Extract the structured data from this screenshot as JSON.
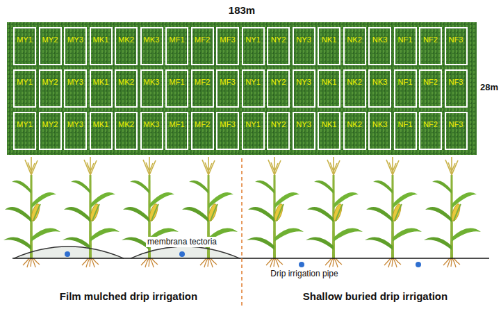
{
  "diagram": {
    "nodes": [
      {
        "text": [
          "MY1"
        ]
      },
      {
        "text": [
          "MY2"
        ]
      },
      {
        "text": [
          "MY3"
        ]
      },
      {
        "text": [
          "MK1"
        ]
      },
      {
        "text": [
          "MK2"
        ]
      },
      {
        "text": [
          "MK3"
        ]
      },
      {
        "text": [
          "MF1"
        ]
      },
      {
        "text": [
          "MF2"
        ]
      },
      {
        "text": [
          "MF3"
        ]
      },
      {
        "text": [
          "NY1"
        ]
      },
      {
        "text": [
          "NY2"
        ]
      },
      {
        "text": [
          "NY3"
        ]
      },
      {
        "text": [
          "NK1"
        ]
      },
      {
        "text": [
          "NK2"
        ]
      },
      {
        "text": [
          "NK3"
        ]
      },
      {
        "text": [
          "NF1"
        ]
      },
      {
        "text": [
          "NF2"
        ]
      },
      {
        "text": [
          "NF3"
        ]
      },
      {
        "text": [
          "MY1"
        ]
      },
      {
        "text": [
          "MY2"
        ]
      },
      {
        "text": [
          "MY3"
        ]
      },
      {
        "text": [
          "MK1"
        ]
      },
      {
        "text": [
          "MK2"
        ]
      },
      {
        "text": [
          "MK3"
        ]
      },
      {
        "text": [
          "MF1"
        ]
      },
      {
        "text": [
          "MF2"
        ]
      },
      {
        "text": [
          "MF3"
        ]
      },
      {
        "text": [
          "NY1"
        ]
      },
      {
        "text": [
          "NY2"
        ]
      },
      {
        "text": [
          "NY3"
        ]
      },
      {
        "text": [
          "NK1"
        ]
      },
      {
        "text": [
          "NK2"
        ]
      },
      {
        "text": [
          "NK3"
        ]
      },
      {
        "text": [
          "NF1"
        ]
      },
      {
        "text": [
          "NF2"
        ]
      },
      {
        "text": [
          "NF3"
        ]
      },
      {
        "text": [
          "MY1"
        ]
      },
      {
        "text": [
          "MY2"
        ]
      },
      {
        "text": [
          "MY3"
        ]
      },
      {
        "text": [
          "MK1"
        ]
      },
      {
        "text": [
          "MK2"
        ]
      },
      {
        "text": [
          "MK3"
        ]
      },
      {
        "text": [
          "MF1"
        ]
      },
      {
        "text": [
          "MF2"
        ]
      },
      {
        "text": [
          "MF3"
        ]
      },
      {
        "text": [
          "NY1"
        ]
      },
      {
        "text": [
          "NY2"
        ]
      },
      {
        "text": [
          "NY3"
        ]
      },
      {
        "text": [
          "NK1"
        ]
      },
      {
        "text": [
          "NK2"
        ]
      },
      {
        "text": [
          "NK3"
        ]
      },
      {
        "text": [
          "NF1"
        ]
      },
      {
        "text": [
          "NF2"
        ]
      },
      {
        "text": [
          "NF3"
        ]
      }
    ],
    "labels": [
      "183m",
      "28m",
      "membrana tectoria",
      "Drip irrigation pipe",
      "Film mulched drip irrigation",
      "Shallow buried drip irrigation"
    ]
  }
}
